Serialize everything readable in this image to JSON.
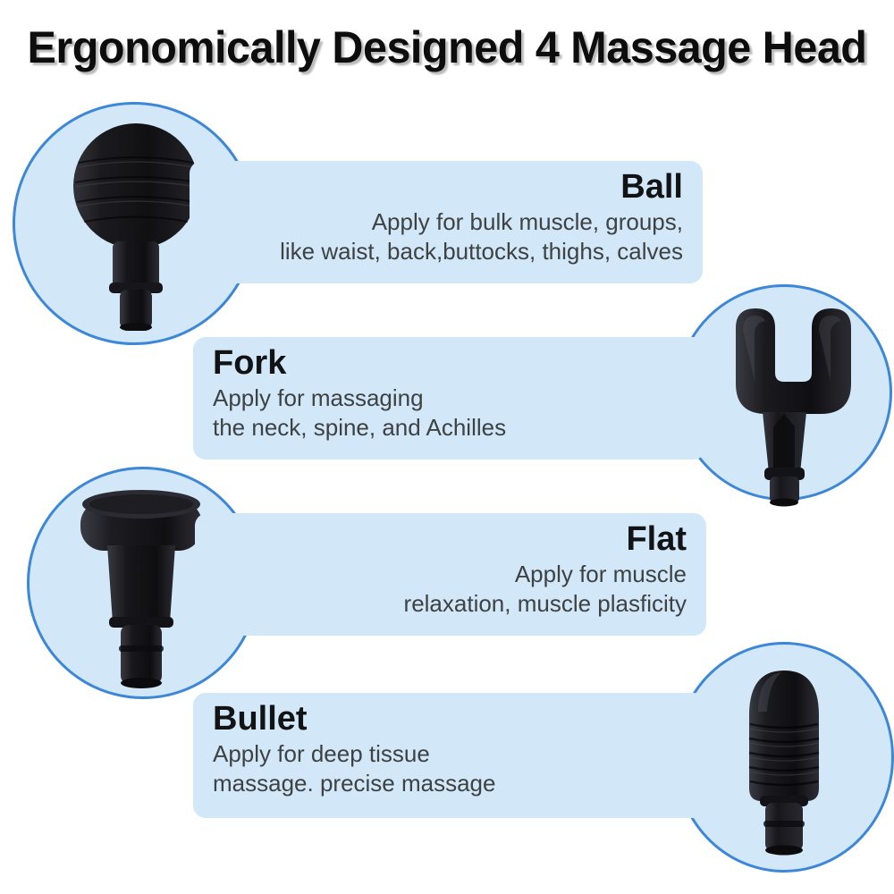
{
  "title": "Ergonomically Designed 4 Massage Head",
  "colors": {
    "panel_fill": "#d2e7f8",
    "circle_border": "#3d87d8",
    "heading_text": "#111314",
    "body_text": "#3e4243",
    "title_text": "#0d0d0d",
    "product_black": "#1c1c1e",
    "background": "#ffffff"
  },
  "attachments": [
    {
      "id": "ball",
      "name": "Ball",
      "icon": "ball-massage-head-icon",
      "description_line1": "Apply for bulk muscle, groups,",
      "description_line2": "like waist, back,buttocks, thighs, calves",
      "circle_side": "left",
      "text_align": "right"
    },
    {
      "id": "fork",
      "name": "Fork",
      "icon": "fork-massage-head-icon",
      "description_line1": "Apply for massaging",
      "description_line2": "the neck, spine, and Achilles",
      "circle_side": "right",
      "text_align": "left"
    },
    {
      "id": "flat",
      "name": "Flat",
      "icon": "flat-massage-head-icon",
      "description_line1": "Apply for muscle",
      "description_line2": "relaxation, muscle plasficity",
      "circle_side": "left",
      "text_align": "right"
    },
    {
      "id": "bullet",
      "name": "Bullet",
      "icon": "bullet-massage-head-icon",
      "description_line1": "Apply for deep tissue",
      "description_line2": "massage. precise massage",
      "circle_side": "right",
      "text_align": "left"
    }
  ]
}
